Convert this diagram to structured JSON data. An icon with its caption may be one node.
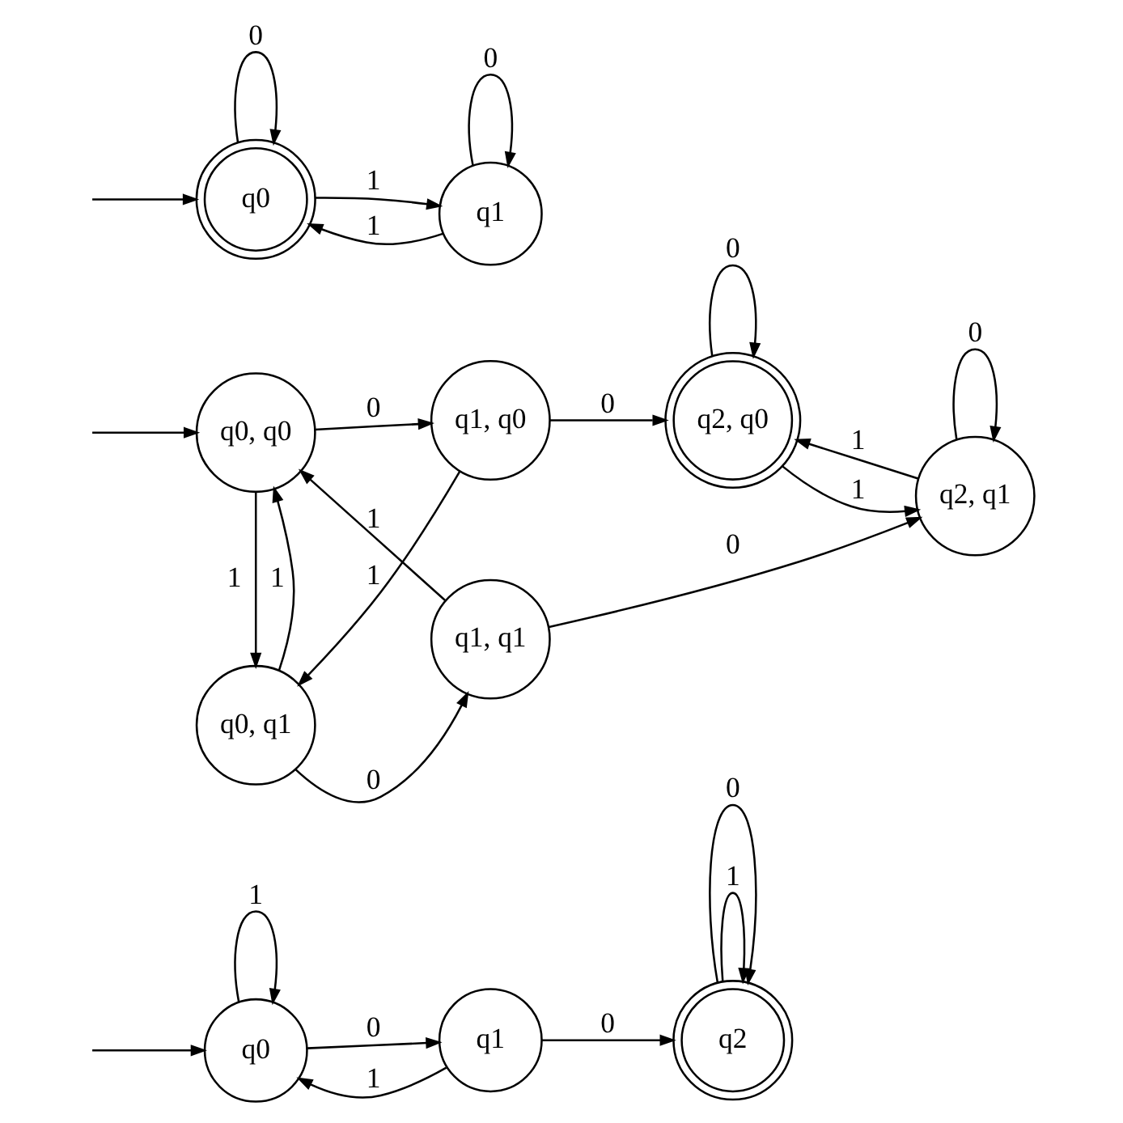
{
  "diagram": {
    "nodes": [
      {
        "text": [
          "q0"
        ]
      },
      {
        "text": [
          "q1"
        ]
      },
      {
        "text": [
          "q2"
        ]
      },
      {
        "text": [
          "q0, q0"
        ]
      },
      {
        "text": [
          "q1, q0"
        ]
      },
      {
        "text": [
          "q2, q0"
        ]
      },
      {
        "text": [
          "q0, q1"
        ]
      },
      {
        "text": [
          "q1, q1"
        ]
      },
      {
        "text": [
          "q2, q1"
        ]
      },
      {
        "text": [
          "q0"
        ]
      },
      {
        "text": [
          "q1"
        ]
      }
    ],
    "edges": [
      {
        "from": null,
        "to": 0,
        "arrow": "to"
      },
      {
        "from": 0,
        "to": 0,
        "label": "1",
        "arrow": "to"
      },
      {
        "from": 0,
        "to": 1,
        "label": "0",
        "arrow": "to"
      },
      {
        "from": 1,
        "to": 0,
        "label": "1",
        "arrow": "to"
      },
      {
        "from": 1,
        "to": 2,
        "label": "0",
        "arrow": "to"
      },
      {
        "from": 2,
        "to": 2,
        "label": "1",
        "arrow": "to"
      },
      {
        "from": 2,
        "to": 2,
        "label": "0",
        "arrow": "to"
      },
      {
        "from": null,
        "to": 3,
        "arrow": "to"
      },
      {
        "from": 3,
        "to": 4,
        "label": "0",
        "arrow": "to"
      },
      {
        "from": 4,
        "to": 5,
        "label": "0",
        "arrow": "to"
      },
      {
        "from": 5,
        "to": 5,
        "label": "0",
        "arrow": "to"
      },
      {
        "from": 3,
        "to": 6,
        "label": "1",
        "arrow": "to"
      },
      {
        "from": 6,
        "to": 3,
        "label": "1",
        "arrow": "to"
      },
      {
        "from": 4,
        "to": 6,
        "label": "1",
        "arrow": "to"
      },
      {
        "from": 7,
        "to": 3,
        "label": "1",
        "arrow": "to"
      },
      {
        "from": 6,
        "to": 7,
        "label": "0",
        "arrow": "to"
      },
      {
        "from": 7,
        "to": 8,
        "label": "0",
        "arrow": "to"
      },
      {
        "from": 5,
        "to": 8,
        "label": "1",
        "arrow": "to"
      },
      {
        "from": 8,
        "to": 5,
        "label": "1",
        "arrow": "to"
      },
      {
        "from": 8,
        "to": 8,
        "label": "0",
        "arrow": "to"
      },
      {
        "from": null,
        "to": 9,
        "arrow": "to"
      },
      {
        "from": 9,
        "to": 9,
        "label": "0",
        "arrow": "to"
      },
      {
        "from": 9,
        "to": 10,
        "label": "1",
        "arrow": "to"
      },
      {
        "from": 10,
        "to": 9,
        "label": "1",
        "arrow": "to"
      },
      {
        "from": 10,
        "to": 10,
        "label": "0",
        "arrow": "to"
      }
    ]
  }
}
